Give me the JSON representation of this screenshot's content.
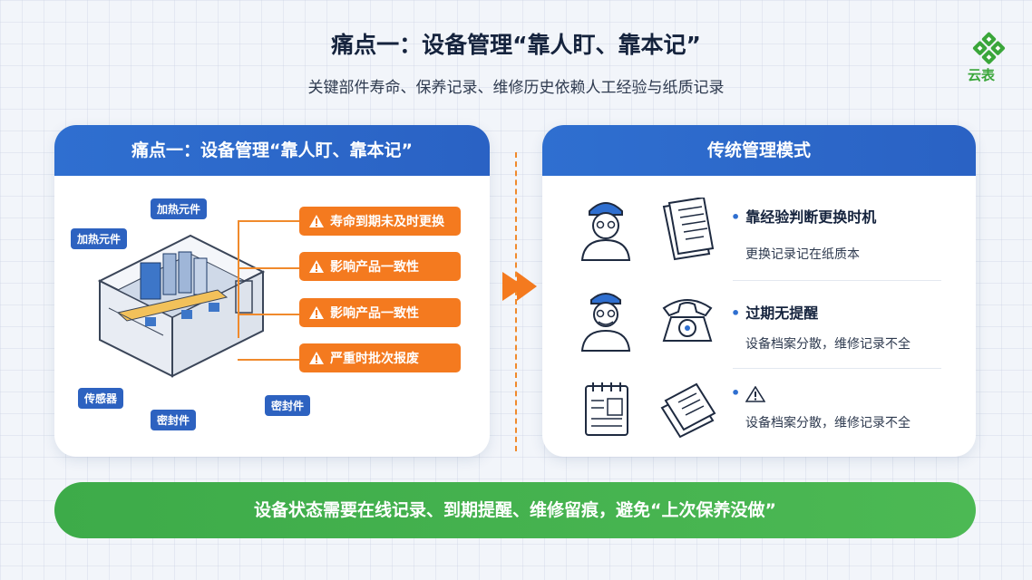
{
  "header": {
    "title": "痛点一：设备管理“靠人盯、靠本记”",
    "subtitle": "关键部件寿命、保养记录、维修历史依赖人工经验与纸质记录",
    "logo_text": "云表"
  },
  "left_panel": {
    "title": "痛点一：设备管理“靠人盯、靠本记”",
    "tags": [
      "加热元件",
      "加热元件",
      "传感器",
      "密封件",
      "密封件"
    ],
    "warnings": [
      "寿命到期未及时更换",
      "影响产品一致性",
      "影响产品一致性",
      "严重时批次报废"
    ]
  },
  "right_panel": {
    "title": "传统管理模式",
    "items": [
      {
        "title": "靠经验判断更换时机",
        "desc": "更换记录记在纸质本"
      },
      {
        "title": "过期无提醒",
        "desc": "设备档案分散，维修记录不全"
      },
      {
        "title": "",
        "desc": "设备档案分散，维修记录不全"
      }
    ]
  },
  "footer": {
    "message": "设备状态需要在线记录、到期提醒、维修留痕，避免“上次保养没做”"
  },
  "colors": {
    "blue": "#2f6fd0",
    "orange": "#f47a1f",
    "green": "#3dab49"
  }
}
